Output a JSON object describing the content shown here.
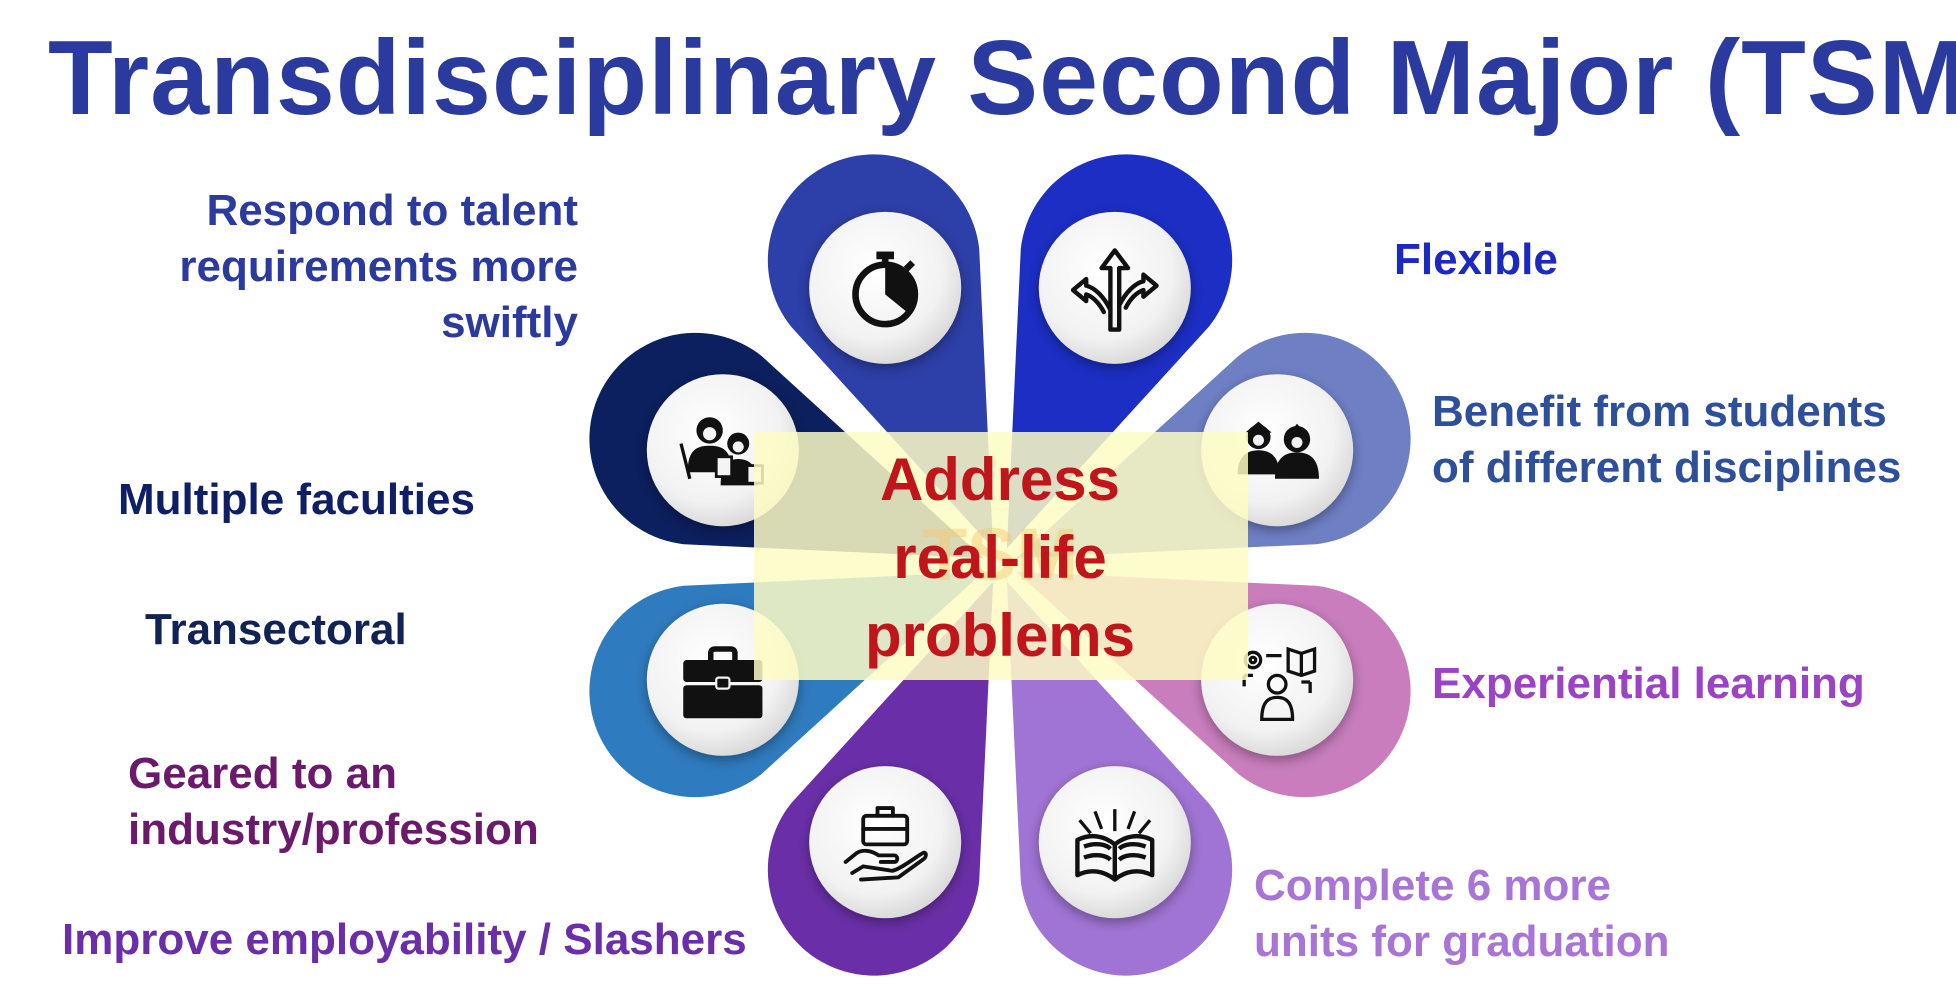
{
  "title": "Transdisciplinary Second Major (TSM)",
  "center": {
    "lines": [
      "Address",
      "real-life",
      "problems"
    ],
    "watermark": "TSM",
    "text_color": "#c0161b",
    "box_color": "#fdfcc4"
  },
  "petals": [
    {
      "name": "respond-swiftly",
      "icon": "stopwatch-icon",
      "color": "#2d3fa8"
    },
    {
      "name": "flexible",
      "icon": "split-arrows-icon",
      "color": "#1c2ec4"
    },
    {
      "name": "benefit-students",
      "icon": "two-students-icon",
      "color": "#6e7fc4"
    },
    {
      "name": "experiential",
      "icon": "learner-gear-book-icon",
      "color": "#c97dbd"
    },
    {
      "name": "complete-units",
      "icon": "open-book-icon",
      "color": "#a074d4"
    },
    {
      "name": "employability",
      "icon": "hand-briefcase-icon",
      "color": "#6a2fa8"
    },
    {
      "name": "transectoral",
      "icon": "briefcase-icon",
      "color": "#2f7bbf"
    },
    {
      "name": "multiple-faculties",
      "icon": "teachers-icon",
      "color": "#0c1f5e"
    }
  ],
  "labels": {
    "respond": {
      "lines": [
        "Respond to talent",
        "requirements more",
        "swiftly"
      ],
      "color": "#2b3a9e"
    },
    "flexible": {
      "lines": [
        "Flexible"
      ],
      "color": "#1c28c2"
    },
    "benefit": {
      "lines": [
        "Benefit from students",
        "of different disciplines"
      ],
      "color": "#2e4f9a"
    },
    "multiple": {
      "lines": [
        "Multiple faculties"
      ],
      "color": "#0f1f66"
    },
    "transectoral": {
      "lines": [
        "Transectoral"
      ],
      "color": "#112255"
    },
    "experiential": {
      "lines": [
        "Experiential learning"
      ],
      "color": "#9b43c4"
    },
    "geared": {
      "lines": [
        "Geared to an",
        "industry/profession"
      ],
      "color": "#6b1a6b"
    },
    "employability": {
      "lines": [
        "Improve employability / Slashers"
      ],
      "color": "#6a2fa8"
    },
    "complete": {
      "lines": [
        "Complete 6 more",
        "units for graduation"
      ],
      "color": "#a874d6"
    }
  }
}
